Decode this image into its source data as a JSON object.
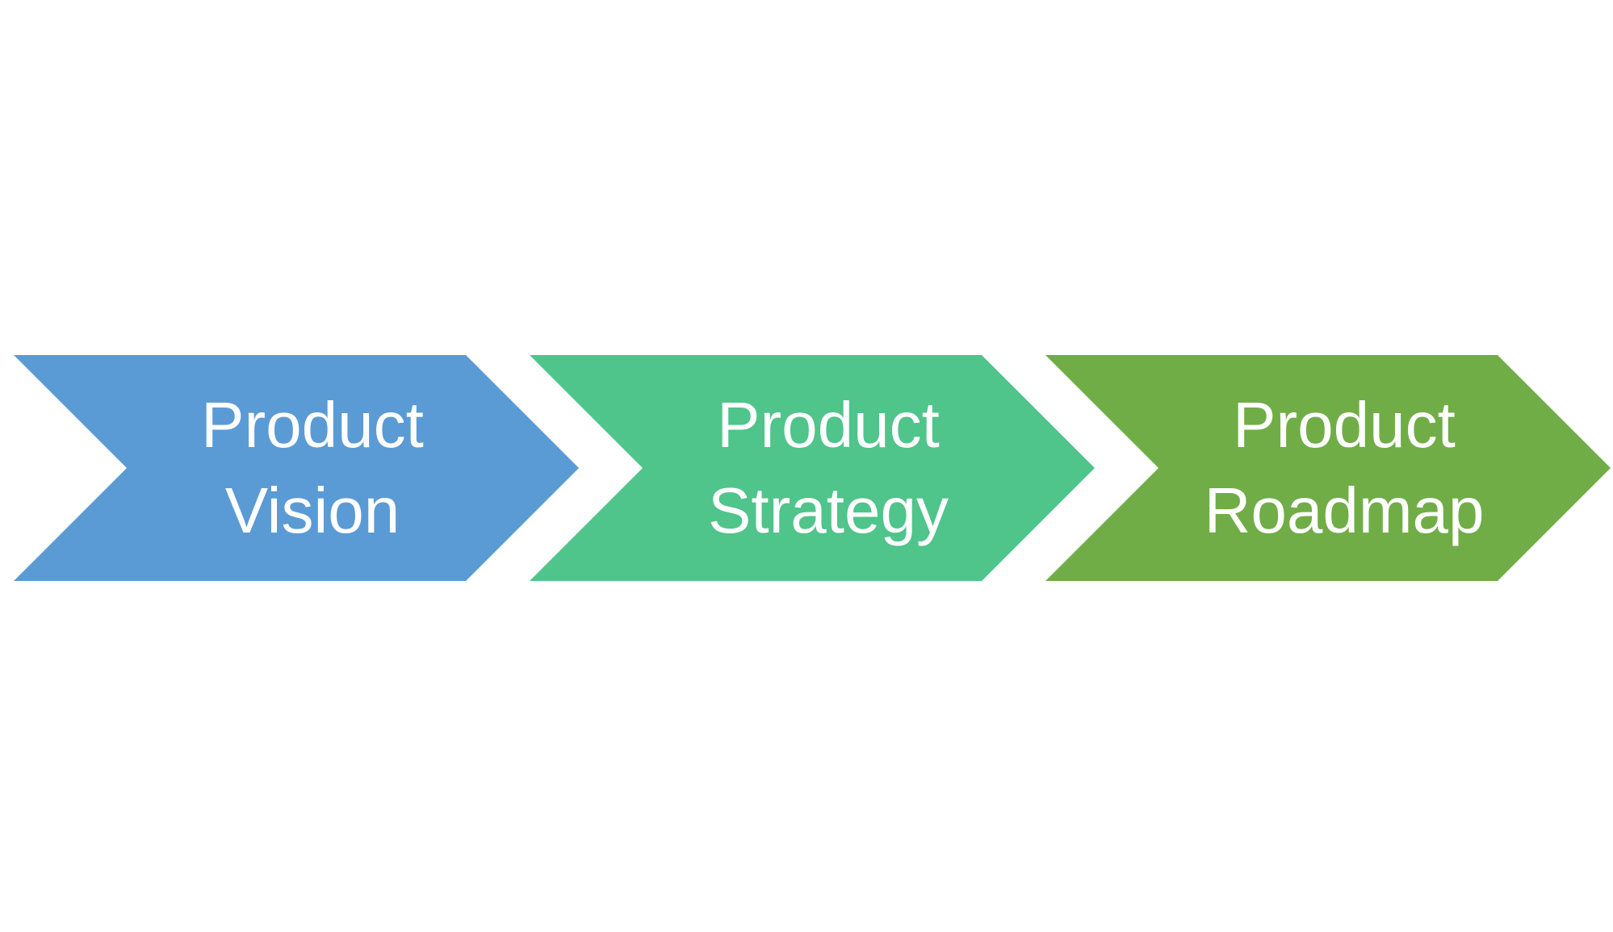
{
  "steps": [
    {
      "line1": "Product",
      "line2": "Vision",
      "color": "#5b9bd5"
    },
    {
      "line1": "Product",
      "line2": "Strategy",
      "color": "#4fc48b"
    },
    {
      "line1": "Product",
      "line2": "Roadmap",
      "color": "#70ad47"
    }
  ]
}
